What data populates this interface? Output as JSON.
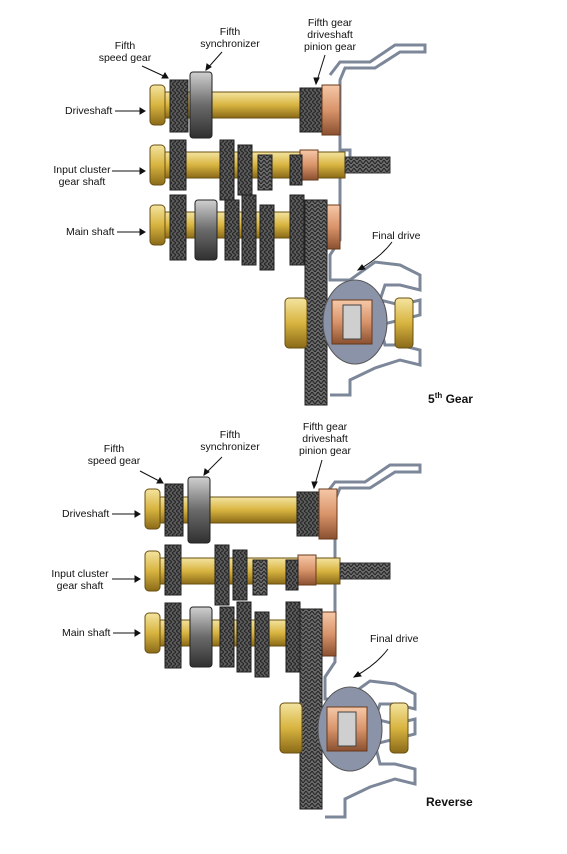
{
  "panels": [
    {
      "caption_prefix": "5",
      "caption_sup": "th",
      "caption_suffix": " Gear",
      "labels": {
        "fifth_speed_gear": [
          "Fifth",
          "speed gear"
        ],
        "fifth_synchronizer": [
          "Fifth",
          "synchronizer"
        ],
        "fifth_gear_pinion": [
          "Fifth gear",
          "driveshaft",
          "pinion gear"
        ],
        "driveshaft": "Driveshaft",
        "input_cluster": [
          "Input cluster",
          "gear shaft"
        ],
        "main_shaft": "Main shaft",
        "final_drive": "Final drive"
      }
    },
    {
      "caption_prefix": "Reverse",
      "caption_sup": "",
      "caption_suffix": "",
      "labels": {
        "fifth_speed_gear": [
          "Fifth",
          "speed gear"
        ],
        "fifth_synchronizer": [
          "Fifth",
          "synchronizer"
        ],
        "fifth_gear_pinion": [
          "Fifth gear",
          "driveshaft",
          "pinion gear"
        ],
        "driveshaft": "Driveshaft",
        "input_cluster": [
          "Input cluster",
          "gear shaft"
        ],
        "main_shaft": "Main shaft",
        "final_drive": "Final drive"
      }
    }
  ],
  "colors": {
    "shaft_gold": "#e0c050",
    "gear_gray": "#7a7a7a",
    "copper": "#d9946a",
    "housing": "#9aa3b5"
  }
}
